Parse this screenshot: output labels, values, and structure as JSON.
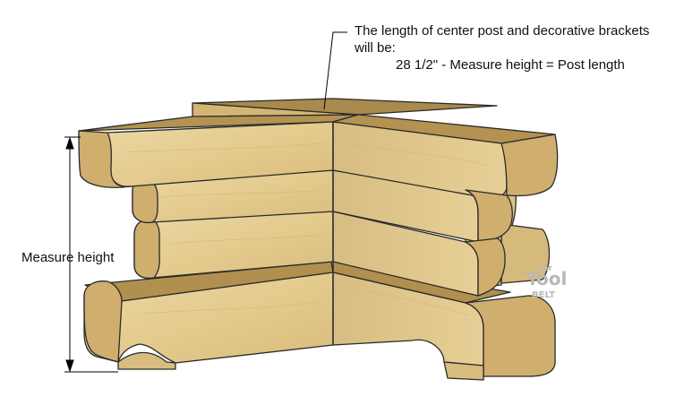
{
  "callout": {
    "line1": "The length of center post and decorative brackets",
    "line2": "will be:",
    "formula": "28 1/2\" - Measure height = Post length"
  },
  "dimension": {
    "label": "Measure height"
  },
  "watermark": {
    "line1": "her",
    "line2": "Tool",
    "line3": "BELT"
  },
  "colors": {
    "wood_face": "#e8d29a",
    "wood_side": "#d9bd80",
    "wood_end": "#cfae6e",
    "wood_top": "#b49251",
    "outline": "#2a2a2a",
    "leader": "#000000"
  }
}
